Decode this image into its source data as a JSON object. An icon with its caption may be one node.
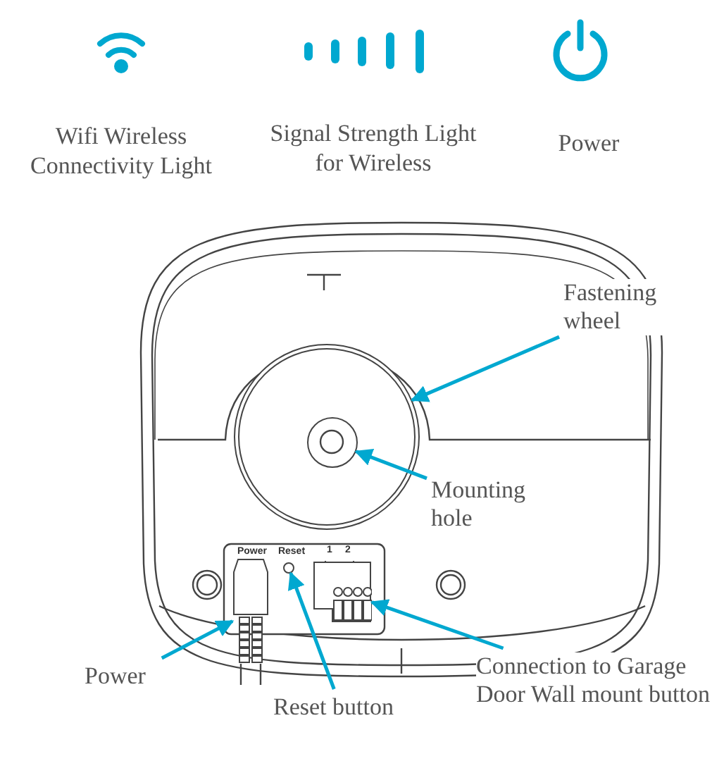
{
  "diagram": {
    "nodes": [
      {
        "text": [
          "Fastening wheel"
        ]
      },
      {
        "text": [],
        "shape": "circle"
      },
      {
        "text": [
          "Mounting hole"
        ]
      },
      {
        "text": [],
        "shape": "circle",
        "in": 1
      },
      {
        "text": [
          "Power"
        ]
      },
      {
        "text": [],
        "shape": "box"
      },
      {
        "text": [
          "Reset button"
        ]
      },
      {
        "text": [],
        "shape": "circle"
      },
      {
        "text": [
          "Connection to Garage Door Wall mount button"
        ]
      },
      {
        "text": [],
        "shape": "box",
        "beside": [
          "1",
          "2"
        ]
      }
    ],
    "edges": [
      {
        "from": 0,
        "to": 1,
        "arrow": "to"
      },
      {
        "from": 2,
        "to": 3,
        "arrow": "to"
      },
      {
        "from": 4,
        "to": 5,
        "arrow": "to"
      },
      {
        "from": 6,
        "to": 7,
        "arrow": "to"
      },
      {
        "from": 8,
        "to": 9,
        "arrow": "to"
      }
    ],
    "labels": [
      "Wifi Wireless Connectivity Light",
      "Signal Strength Light for Wireless",
      "Power",
      "Power",
      "Reset"
    ]
  }
}
